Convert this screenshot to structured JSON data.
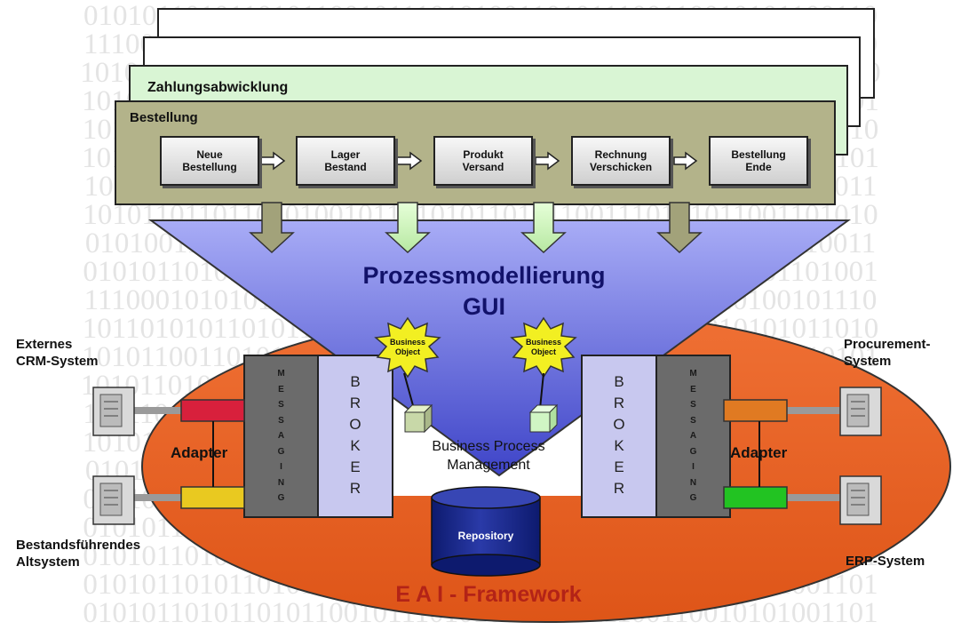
{
  "background_rows": [
    "0101011010110101100101110101001101011100110010101100110",
    "1110010010101011101000110101011101011001010101100101110",
    "1010101010011010101100101011010011010101100100101001010",
    "1010101001101011001010110101001101011100110010100110101",
    "1010110011010101101000101101010011100110110100101101010",
    "1011101010011010110011010010101101011000101010011010101",
    "1011011010110101100101110101001101011100110010101101011",
    "1010110110110101001011010101101011001110101011001101010",
    "0101001110101101001011101011101011101101110110101010011",
    "0101011010110101100101110101001101011100110010101101001",
    "1110001010101101011101001101011101010011010110100101110",
    "1011010101101011001010110101001101011100110010101011010",
    "1010110011010101101000101101010011100110110100101010101",
    "1010110101011010110011010010101101011000101010100101010",
    "1011101010110101100101110101001101011100110010101010101",
    "1010110110110101001011010101101011001110101011001001010",
    "0101001110101101001011101011101011101101110110101010011",
    "0101011010110101100101110101001101011100110010101001101",
    "0101011010110101100101110101001101011100110010101001101",
    "0101011010110101100101110101001101011100110010101001101",
    "0101011010110101100101110101001101011100110010101001101",
    "0101011010110101100101110101001101011100110010101001101"
  ],
  "process": {
    "zahlung_title": "Zahlungsabwicklung",
    "bestellung_title": "Bestellung",
    "steps": [
      "Neue\nBestellung",
      "Lager\nBestand",
      "Produkt\nVersand",
      "Rechnung\nVerschicken",
      "Bestellung\nEnde"
    ]
  },
  "modeling": {
    "title": "Prozessmodellierung",
    "subtitle": "GUI"
  },
  "business_object_label": "Business\nObject",
  "left": {
    "messaging": "M\nE\nS\nS\nA\nG\nI\nN\nG",
    "broker": "B\nR\nO\nK\nE\nR",
    "adapter": "Adapter",
    "system_top": "Externes\nCRM-System",
    "system_bottom": "Bestandsführendes\nAltsystem"
  },
  "right": {
    "messaging": "M\nE\nS\nS\nA\nG\nI\nN\nG",
    "broker": "B\nR\nO\nK\nE\nR",
    "adapter": "Adapter",
    "system_top": "Procurement-\nSystem",
    "system_bottom": "ERP-System"
  },
  "bpm_label": "Business Process\nManagement",
  "repository_label": "Repository",
  "framework_label": "E A I - Framework",
  "colors": {
    "olive": "#b3b38a",
    "light_green": "#d9f5d4",
    "triangle_top": "#9aa0f2",
    "triangle_bottom": "#4a50cf",
    "ellipse": "#e9652a",
    "lavender": "#c8c8ef",
    "messaging_gray": "#6b6b6b",
    "repository_blue": "#1d2b8f",
    "framework_red": "#b32317",
    "bo_yellow": "#f2ef22"
  }
}
